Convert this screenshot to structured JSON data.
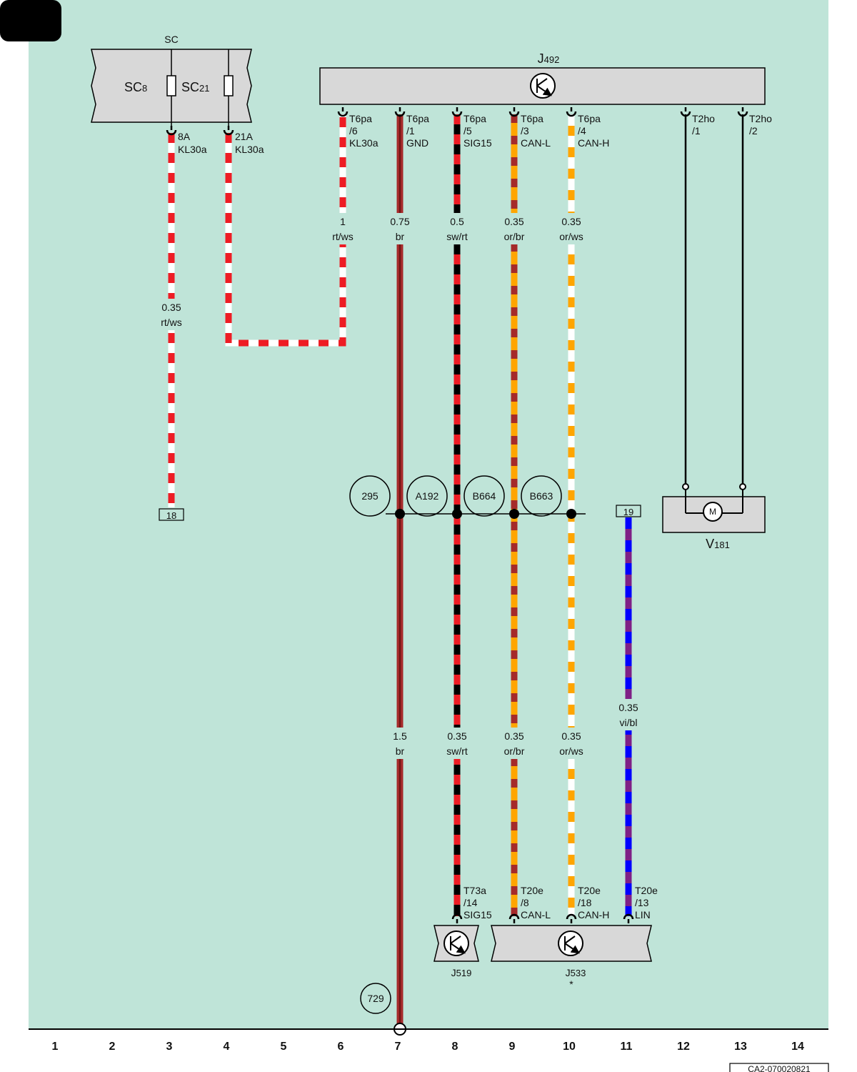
{
  "fuse_box": {
    "title": "SC",
    "fuse_a": "SC",
    "fuse_a_sub": "8",
    "fuse_b": "SC",
    "fuse_b_sub": "21"
  },
  "j492": {
    "name": "J",
    "sub": "492"
  },
  "v181": {
    "name": "V",
    "sub": "181",
    "motor": "M"
  },
  "j519": {
    "name": "J",
    "sub": "519"
  },
  "j533": {
    "name": "J",
    "sub": "533",
    "note": "*"
  },
  "fuse_pins": [
    {
      "l1": "8A",
      "l2": "KL30a"
    },
    {
      "l1": "21A",
      "l2": "KL30a"
    }
  ],
  "j492_pins": [
    {
      "l1": "T6pa",
      "l2": "/6",
      "l3": "KL30a"
    },
    {
      "l1": "T6pa",
      "l2": "/1",
      "l3": "GND"
    },
    {
      "l1": "T6pa",
      "l2": "/5",
      "l3": "SIG15"
    },
    {
      "l1": "T6pa",
      "l2": "/3",
      "l3": "CAN-L"
    },
    {
      "l1": "T6pa",
      "l2": "/4",
      "l3": "CAN-H"
    },
    {
      "l1": "T2ho",
      "l2": "/1",
      "l3": ""
    },
    {
      "l1": "T2ho",
      "l2": "/2",
      "l3": ""
    }
  ],
  "bottom_pins": [
    {
      "l1": "T73a",
      "l2": "/14",
      "l3": "SIG15"
    },
    {
      "l1": "T20e",
      "l2": "/8",
      "l3": "CAN-L"
    },
    {
      "l1": "T20e",
      "l2": "/18",
      "l3": "CAN-H"
    },
    {
      "l1": "T20e",
      "l2": "/13",
      "l3": "LIN"
    }
  ],
  "wire_labels": [
    {
      "size": "0.35",
      "color": "rt/ws"
    },
    {
      "size": "1",
      "color": "rt/ws"
    },
    {
      "size": "0.75",
      "color": "br"
    },
    {
      "size": "0.5",
      "color": "sw/rt"
    },
    {
      "size": "0.35",
      "color": "or/br"
    },
    {
      "size": "0.35",
      "color": "or/ws"
    },
    {
      "size": "1.5",
      "color": "br"
    },
    {
      "size": "0.35",
      "color": "sw/rt"
    },
    {
      "size": "0.35",
      "color": "or/br"
    },
    {
      "size": "0.35",
      "color": "or/ws"
    },
    {
      "size": "0.35",
      "color": "vi/bl"
    }
  ],
  "references": [
    "295",
    "A192",
    "B664",
    "B663",
    "729"
  ],
  "continuations": [
    "18",
    "19"
  ],
  "column_numbers": [
    "1",
    "2",
    "3",
    "4",
    "5",
    "6",
    "7",
    "8",
    "9",
    "10",
    "11",
    "12",
    "13",
    "14"
  ],
  "doc_code": "CA2-070020821",
  "colors": {
    "background": "#bfe4d8",
    "red": "#ee1c24",
    "white": "#ffffff",
    "brown": "#a52a2a",
    "black": "#000000",
    "orange": "#ffa500",
    "violet": "#7f1f86",
    "blue": "#0000ff",
    "box": "#d8d8d8"
  }
}
